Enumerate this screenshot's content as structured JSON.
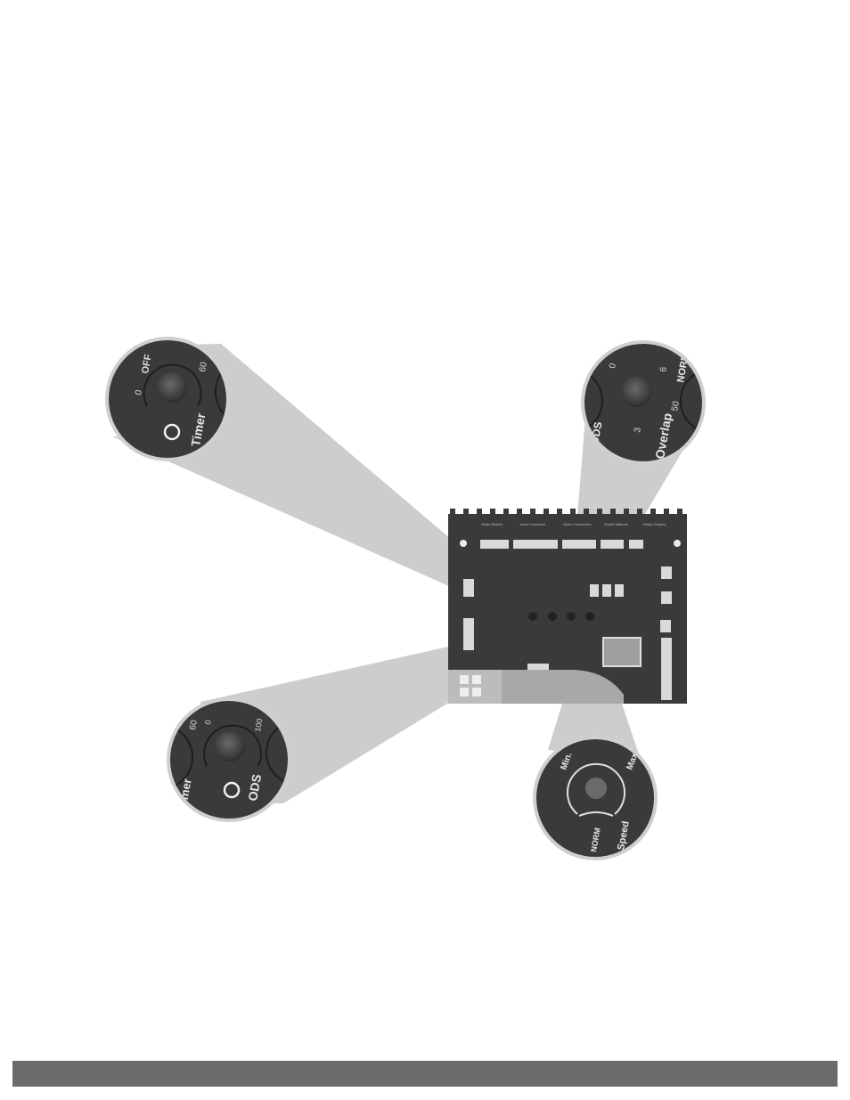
{
  "board": {
    "header_labels": [
      "Radio Station",
      "Jump Connector",
      "Open Connectors",
      "Guard Stations",
      "Relay Outputs"
    ],
    "colors": {
      "board": "#3a3a3c",
      "callout_beam": "#c9c9c9",
      "callout_ring": "#cfcfcf",
      "footer": "#6b6b6e"
    }
  },
  "callouts": {
    "timer": {
      "title": "Timer",
      "min": "0",
      "off": "OFF",
      "max": "60"
    },
    "overlap": {
      "title": "Overlap",
      "min": "0",
      "mid": "3",
      "max": "6",
      "side_left": "ODS",
      "side_right_top": "NORM",
      "side_right_num": "50"
    },
    "ods": {
      "title": "ODS",
      "min": "0",
      "max": "100",
      "side_left_num": "60",
      "side_left": "imer"
    },
    "speed": {
      "title": "Speed",
      "min": "Min.",
      "max": "Max",
      "norm": "NORM"
    }
  }
}
